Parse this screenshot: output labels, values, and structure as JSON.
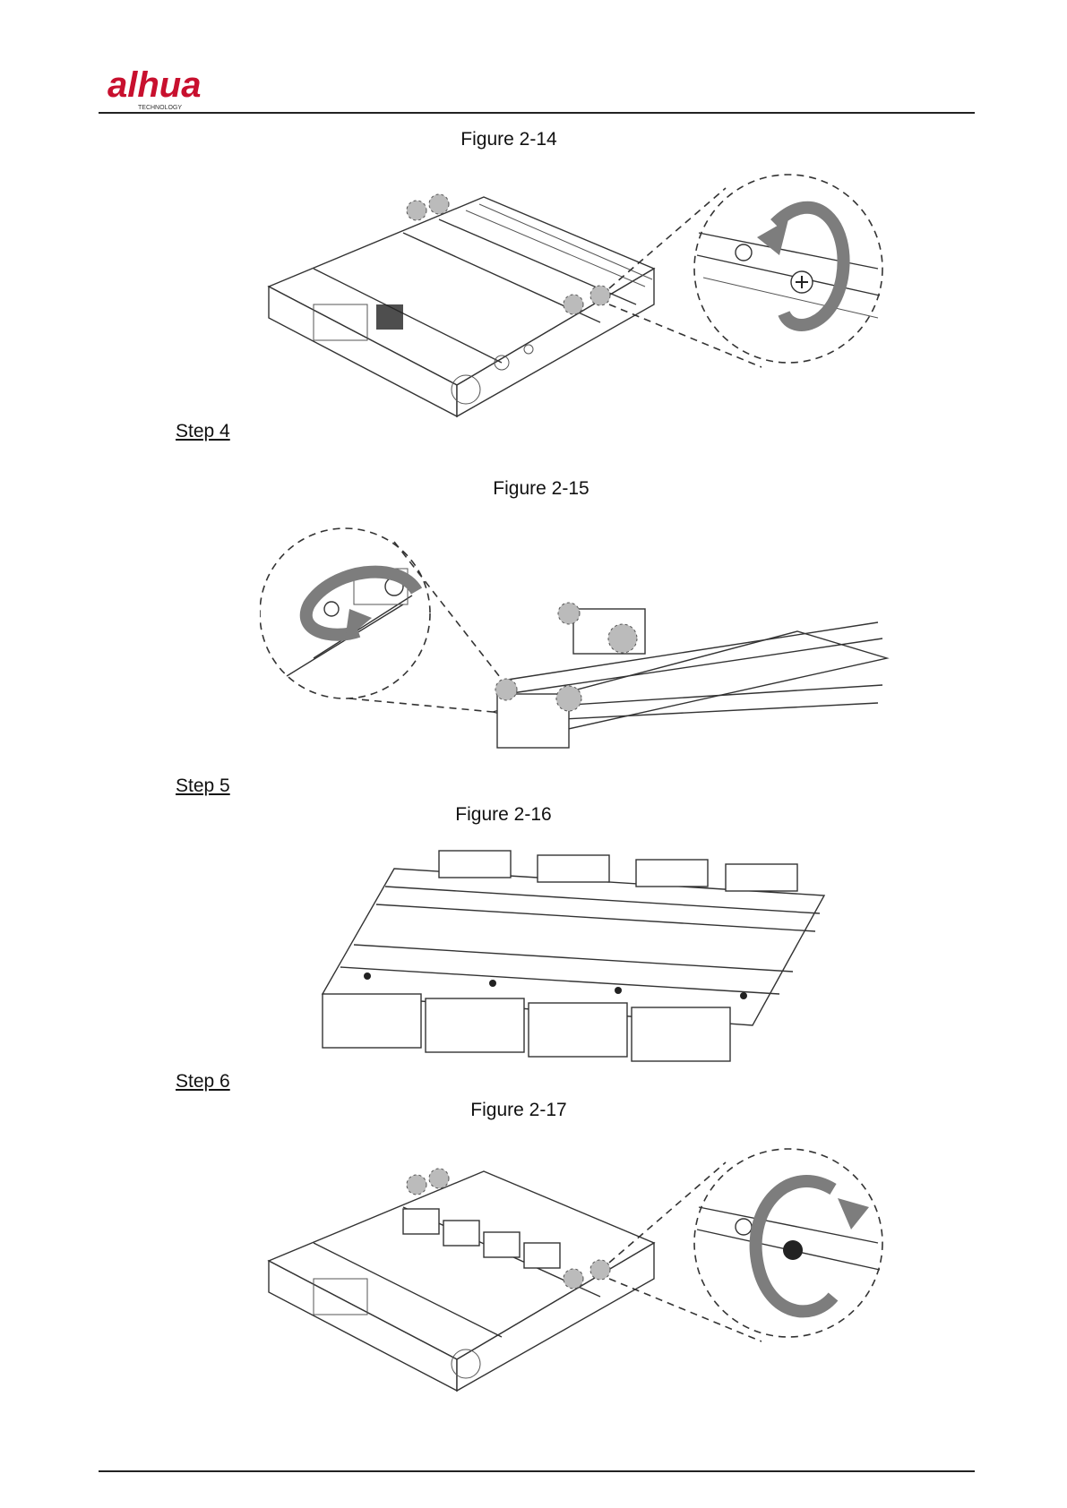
{
  "header": {
    "logo": {
      "text": "alhua",
      "sub": "TECHNOLOGY",
      "icon": "dahua-logo"
    }
  },
  "figures": [
    {
      "caption": "Figure 2-14"
    },
    {
      "caption": "Figure 2-15"
    },
    {
      "caption": "Figure 2-16"
    },
    {
      "caption": "Figure 2-17"
    }
  ],
  "steps": [
    {
      "label": "Step 4"
    },
    {
      "label": "Step 5"
    },
    {
      "label": "Step 6"
    }
  ]
}
